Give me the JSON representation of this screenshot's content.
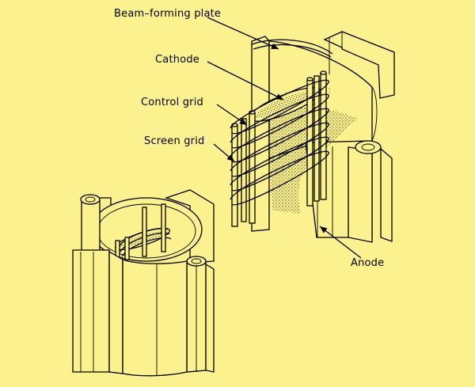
{
  "labels": {
    "beam_forming_plate": "Beam–forming plate",
    "cathode": "Cathode",
    "control_grid": "Control grid",
    "screen_grid": "Screen grid",
    "anode": "Anode"
  },
  "colors": {
    "background": "#fbf18f",
    "line": "#000000"
  }
}
